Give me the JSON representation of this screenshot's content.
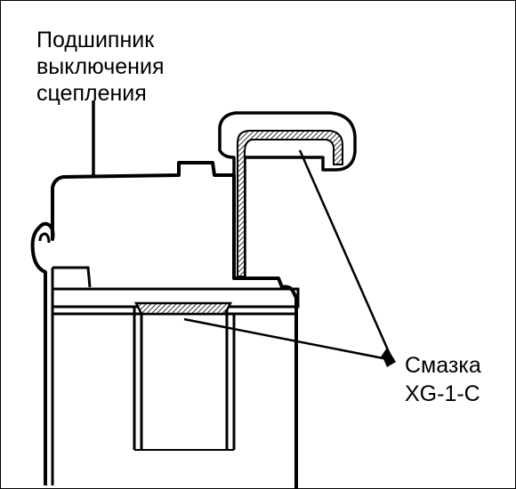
{
  "labels": {
    "bearing": [
      "Подшипник",
      "выключения",
      "сцепления"
    ],
    "grease": [
      "Смазка",
      "XG-1-C"
    ]
  },
  "colors": {
    "ink": "#000000",
    "paper": "#ffffff"
  }
}
